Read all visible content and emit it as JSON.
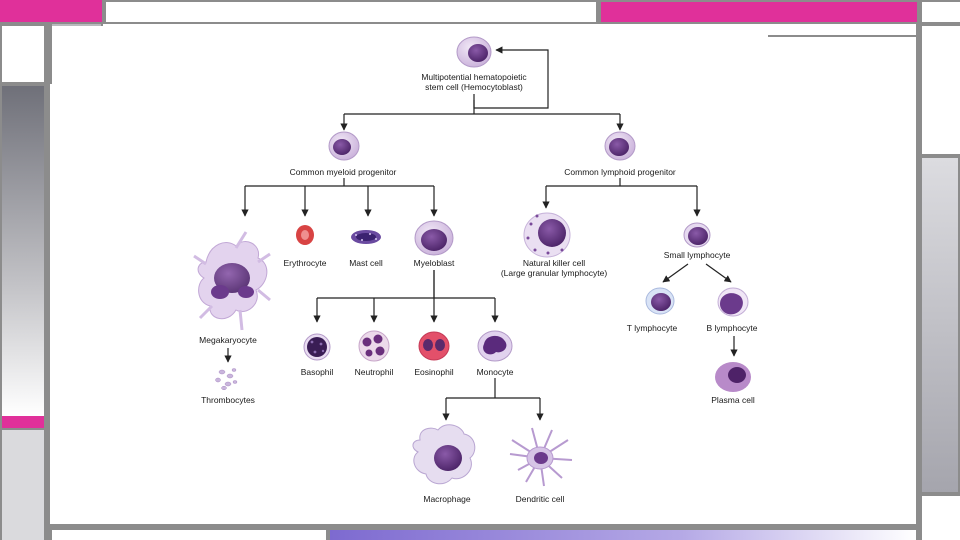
{
  "colors": {
    "accent_magenta": "#e0309a",
    "frame_gray": "#8c8c8c",
    "panel_gray": "#b9b9bd",
    "sidebar_dark": "#6f7079",
    "lilac": "#8a71d2",
    "cell_purple": "#5b2d7a",
    "erythrocyte_red": "#d84343"
  },
  "diagram": {
    "labels": {
      "stem_cell": "Multipotential hematopoietic\nstem cell (Hemocytoblast)",
      "myeloid_progenitor": "Common myeloid progenitor",
      "lymphoid_progenitor": "Common lymphoid progenitor",
      "megakaryocyte": "Megakaryocyte",
      "thrombocytes": "Thrombocytes",
      "erythrocyte": "Erythrocyte",
      "mast_cell": "Mast cell",
      "myeloblast": "Myeloblast",
      "basophil": "Basophil",
      "neutrophil": "Neutrophil",
      "eosinophil": "Eosinophil",
      "monocyte": "Monocyte",
      "macrophage": "Macrophage",
      "dendritic_cell": "Dendritic cell",
      "natural_killer": "Natural killer cell\n(Large granular lymphocyte)",
      "small_lymphocyte": "Small lymphocyte",
      "t_lymphocyte": "T lymphocyte",
      "b_lymphocyte": "B lymphocyte",
      "plasma_cell": "Plasma cell"
    }
  }
}
